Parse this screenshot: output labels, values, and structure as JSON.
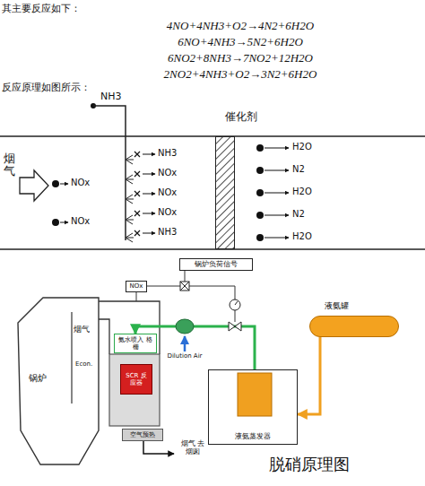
{
  "diagram": {
    "nodes": [
      {
        "text": [
          "催化剂"
        ]
      },
      {
        "text": [
          "锅炉负荷信号"
        ]
      },
      {
        "text": [
          "NOx"
        ]
      },
      {
        "text": [
          "锅炉"
        ]
      },
      {
        "text": [
          "氨水喷入 格栅"
        ]
      },
      {
        "text": [
          "SCR 反应器"
        ]
      },
      {
        "text": [
          "空气预热"
        ]
      },
      {
        "text": [
          "液氨罐"
        ]
      },
      {
        "text": [
          "液氨蒸发器"
        ]
      }
    ],
    "edges": [
      {
        "from": 7,
        "to": 8,
        "arrow": "to"
      },
      {
        "from": 8,
        "to": 4,
        "arrow": "to"
      }
    ],
    "labels": [
      "其主要反应如下：",
      "4NO+4NH3+O2→4N2+6H2O",
      "6NO+4NH3→5N2+6H2O",
      "6NO2+8NH3→7NO2+12H2O",
      "2NO2+4NH3+O2→3N2+6H2O",
      "反应原理如图所示：",
      "NH3",
      "烟气",
      "NOx",
      "NOx",
      "NH3",
      "NOx",
      "NOx",
      "NOx",
      "NH3",
      "H2O",
      "N2",
      "H2O",
      "N2",
      "H2O",
      "烟气",
      "Econ.",
      "Dilution Air",
      "烟气 去烟囱",
      "脱硝原理图"
    ]
  }
}
